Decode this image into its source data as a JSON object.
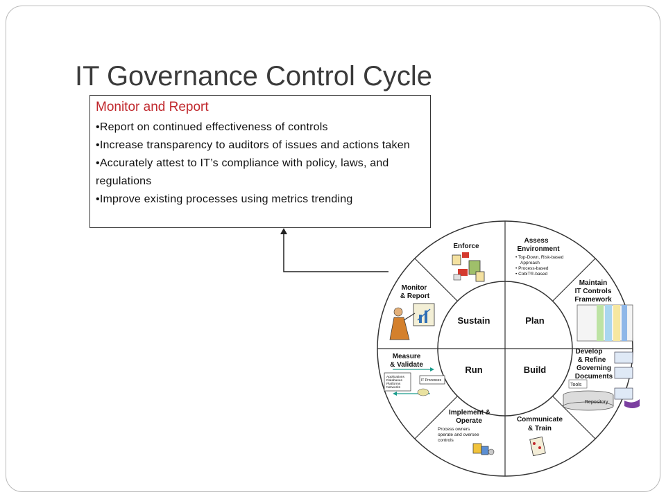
{
  "slide": {
    "title": "IT Governance Control Cycle"
  },
  "infobox": {
    "heading": "Monitor and Report",
    "bullets": [
      "Report on continued effectiveness of controls",
      "Increase transparency to auditors of issues and actions taken",
      "Accurately attest to IT’s compliance with policy, laws, and regulations",
      "Improve existing processes using metrics trending"
    ]
  },
  "cycle": {
    "quadrants": {
      "top_left": "Sustain",
      "top_right": "Plan",
      "bottom_left": "Run",
      "bottom_right": "Build"
    },
    "segments": {
      "enforce": "Enforce",
      "assess_1": "Assess",
      "assess_2": "Environment",
      "assess_bullets": [
        "Top-Down, Risk-based",
        "Approach",
        "Process-based",
        "CobiT®-based"
      ],
      "maintain_1": "Maintain",
      "maintain_2": "IT Controls",
      "maintain_3": "Framework",
      "develop_1": "Develop",
      "develop_2": "& Refine",
      "develop_3": "Governing",
      "develop_4": "Documents",
      "tools": "Tools",
      "repository": "Repository",
      "communicate_1": "Communicate",
      "communicate_2": "& Train",
      "implement_1": "Implement &",
      "implement_2": "Operate",
      "implement_notes": [
        "Process owners",
        "operate and oversee",
        "controls"
      ],
      "measure_1": "Measure",
      "measure_2": "& Validate",
      "measure_box1": [
        "Applications",
        "Databases",
        "Platforms",
        "Networks"
      ],
      "measure_box2": "IT Processes",
      "monitor_1": "Monitor",
      "monitor_2": "& Report"
    }
  },
  "colors": {
    "heading_red": "#c0282d",
    "frame_gray": "#b9b9b9",
    "line": "#222222"
  }
}
